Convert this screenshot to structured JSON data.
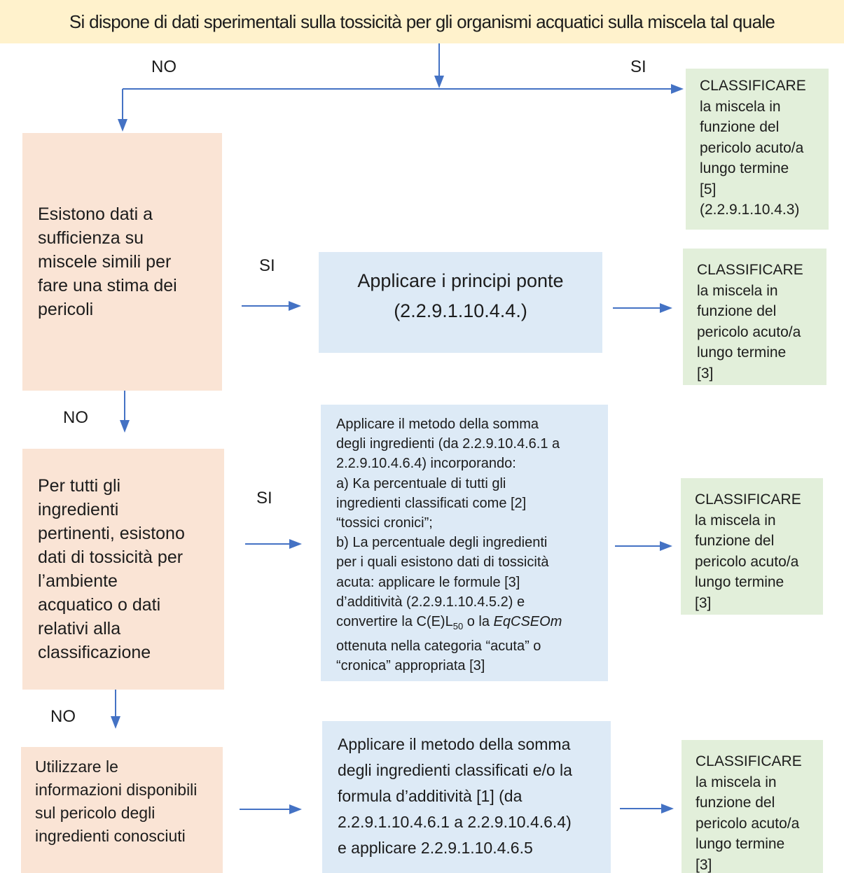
{
  "colors": {
    "banner_bg": "#FFF2CC",
    "question_bg": "#FAE4D5",
    "process_bg": "#DDEAF6",
    "result_bg": "#E2EFDA",
    "arrow": "#4472C4",
    "text": "#1C1C1C"
  },
  "banner": {
    "text": "Si dispone di dati sperimentali sulla tossicità per gli organismi acquatici sulla miscela tal quale"
  },
  "labels": {
    "no_top": "NO",
    "si_top": "SI",
    "si_bridging": "SI",
    "no_mid": "NO",
    "si_summation": "SI",
    "no_bottom": "NO"
  },
  "boxes": {
    "question_similar_mixtures": {
      "text": "Esistono dati a\nsufficienza su\nmiscele simili per\nfare una stima dei\npericoli"
    },
    "bridging_principles": {
      "text": "Applicare i principi ponte\n(2.2.9.1.10.4.4.)"
    },
    "classify_acute_5": {
      "text": "CLASSIFICARE\nla miscela in\nfunzione del\npericolo acuto/a\nlungo termine\n[5]\n(2.2.9.1.10.4.3)"
    },
    "classify_bridging_3": {
      "text": "CLASSIFICARE\nla miscela in\nfunzione del\npericolo acuto/a\nlungo termine\n[3]"
    },
    "question_ingredient_data": {
      "text": "Per tutti gli\ningredienti\npertinenti, esistono\ndati di tossicità per\nl’ambiente\nacquatico o dati\nrelativi alla\nclassificazione"
    },
    "summation_method": {
      "part1": "Applicare il metodo della somma\ndegli ingredienti (da 2.2.9.10.4.6.1 a\n2.2.9.10.4.6.4) incorporando:\na) Ka percentuale di tutti gli\ningredienti classificati come [2]\n“tossici cronici”;\nb) La percentuale degli ingredienti\nper i quali esistono dati di tossicità\nacuta: applicare le formule [3]\nd’additività (2.2.9.1.10.4.5.2) e\nconvertire la C(E)L",
      "subscript": "50",
      "part2": " o la ",
      "italic": "EqCSEOm",
      "part3": " ottenuta nella categoria “acuta” o\n“cronica” appropriata [3]"
    },
    "classify_summation_3": {
      "text": "CLASSIFICARE\nla miscela in\nfunzione del\npericolo acuto/a\nlungo termine\n[3]"
    },
    "use_available_info": {
      "text": "Utilizzare le\ninformazioni disponibili\nsul pericolo degli\ningredienti conosciuti"
    },
    "summation_classified": {
      "text": "Applicare il metodo della somma\ndegli ingredienti classificati e/o la\nformula d’additività [1] (da\n2.2.9.1.10.4.6.1 a 2.2.9.10.4.6.4)\ne applicare 2.2.9.1.10.4.6.5"
    },
    "classify_bottom_3": {
      "text": "CLASSIFICARE\nla miscela in\nfunzione del\npericolo acuto/a\nlungo termine\n[3]"
    }
  }
}
